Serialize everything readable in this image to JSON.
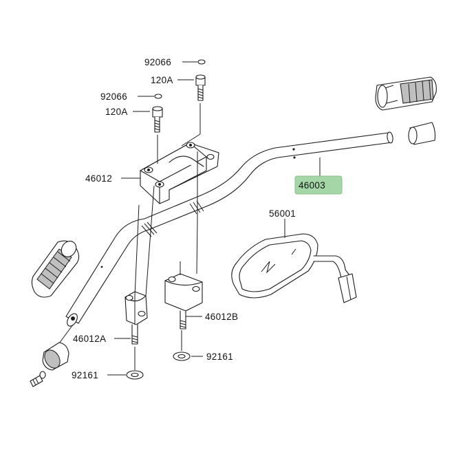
{
  "callouts": [
    {
      "id": "92066-top",
      "text": "92066"
    },
    {
      "id": "120A-top",
      "text": "120A"
    },
    {
      "id": "92066-mid",
      "text": "92066"
    },
    {
      "id": "120A-mid",
      "text": "120A"
    },
    {
      "id": "46012",
      "text": "46012"
    },
    {
      "id": "46003",
      "text": "46003",
      "highlight": "#a5d6a7"
    },
    {
      "id": "56001",
      "text": "56001"
    },
    {
      "id": "46012B",
      "text": "46012B"
    },
    {
      "id": "46012A",
      "text": "46012A"
    },
    {
      "id": "92161-right",
      "text": "92161"
    },
    {
      "id": "92161-left",
      "text": "92161"
    }
  ],
  "colors": {
    "line": "#1a1a1a",
    "highlight": "#a5d6a7",
    "shading": "#bfbfbf"
  }
}
